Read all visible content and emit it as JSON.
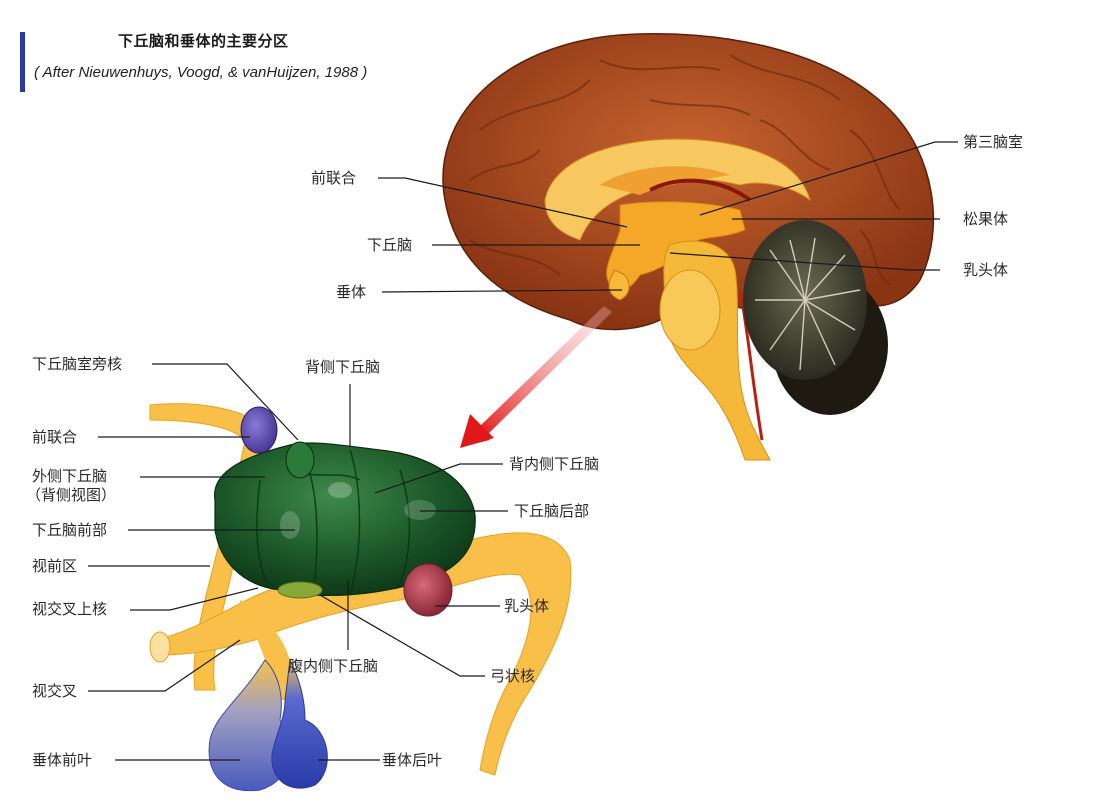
{
  "header": {
    "title": "下丘脑和垂体的主要分区",
    "citation": "( After Nieuwenhuys, Voogd, & vanHuijzen, 1988 )",
    "accent_color": "#2a3aa0"
  },
  "brain_view": {
    "description": "Mid-sagittal section of the human brain",
    "labels": {
      "anterior_commissure": "前联合",
      "hypothalamus": "下丘脑",
      "pituitary": "垂体",
      "third_ventricle": "第三脑室",
      "pineal_body": "松果体",
      "mammillary_body": "乳头体"
    }
  },
  "detail_view": {
    "description": "Enlarged view of hypothalamic nuclei and pituitary",
    "labels": {
      "paraventricular_nucleus": "下丘脑室旁核",
      "dorsal_hypothalamus": "背侧下丘脑",
      "anterior_commissure": "前联合",
      "lateral_hypothalamus": "外侧下丘脑",
      "lateral_hypothalamus_note": "（背侧视图）",
      "dorsomedial_hypothalamus": "背内侧下丘脑",
      "anterior_hypothalamus": "下丘脑前部",
      "posterior_hypothalamus": "下丘脑后部",
      "preoptic_area": "视前区",
      "suprachiasmatic_nucleus": "视交叉上核",
      "mammillary_body": "乳头体",
      "ventromedial_hypothalamus": "腹内侧下丘脑",
      "arcuate_nucleus": "弓状核",
      "optic_chiasm": "视交叉",
      "anterior_pituitary": "垂体前叶",
      "posterior_pituitary": "垂体后叶"
    }
  },
  "colors": {
    "cortex": "#a8481f",
    "white_matter": "#f5b52a",
    "cerebellum": "#4a4a36",
    "nuclei_green": "#1d5a2a",
    "commissure_purple": "#5a4aa8",
    "mammillary_red": "#a83848",
    "pituitary_blue": "#3a4ab0",
    "arrow_red": "#e02020"
  }
}
